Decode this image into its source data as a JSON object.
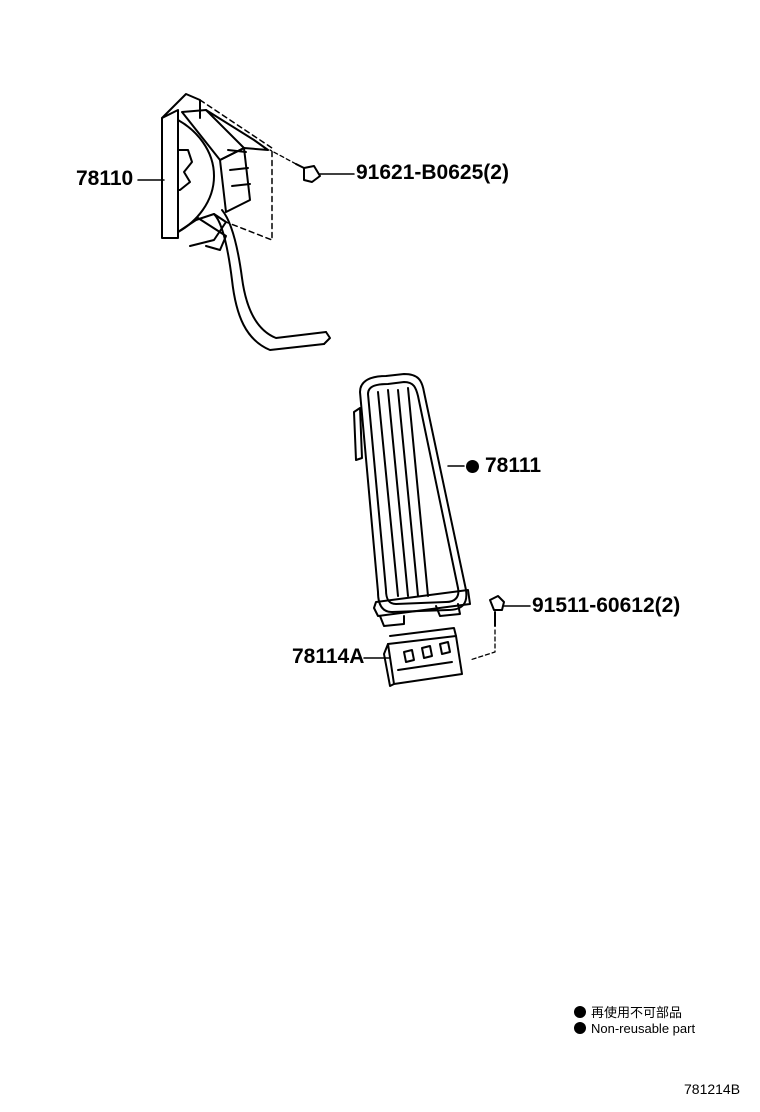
{
  "parts": {
    "bracket_assembly": "78110",
    "bolt_upper": "91621-B0625(2)",
    "pedal_pad": "78111",
    "bolt_lower": "91511-60612(2)",
    "bracket_plate": "78114A"
  },
  "legend": {
    "jp_text": "再使用不可部品",
    "en_text": "Non-reusable part"
  },
  "figure_id": "781214B"
}
